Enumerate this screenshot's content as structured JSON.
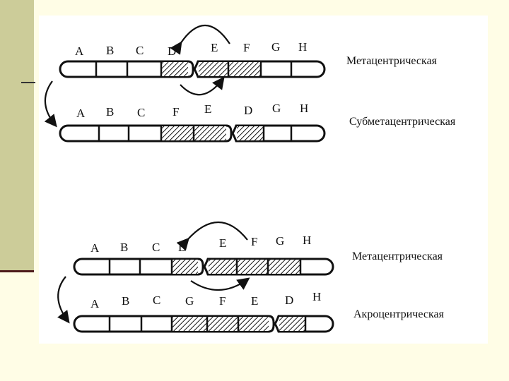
{
  "colors": {
    "background": "#fffde6",
    "sidebar": "#cccc99",
    "accent_line": "#4d1a1a",
    "figure": "#ffffff"
  },
  "figure": {
    "rows": [
      {
        "letters": [
          "A",
          "B",
          "C",
          "D",
          "E",
          "F",
          "G",
          "H"
        ],
        "caption": "Метацентрическая"
      },
      {
        "letters": [
          "A",
          "B",
          "C",
          "F",
          "E",
          "D",
          "G",
          "H"
        ],
        "caption": "Субметацентрическая"
      },
      {
        "letters": [
          "A",
          "B",
          "C",
          "D",
          "E",
          "F",
          "G",
          "H"
        ],
        "caption": "Метацентрическая"
      },
      {
        "letters": [
          "A",
          "B",
          "C",
          "G",
          "F",
          "E",
          "D",
          "H"
        ],
        "caption": "Акроцентрическая"
      }
    ]
  }
}
